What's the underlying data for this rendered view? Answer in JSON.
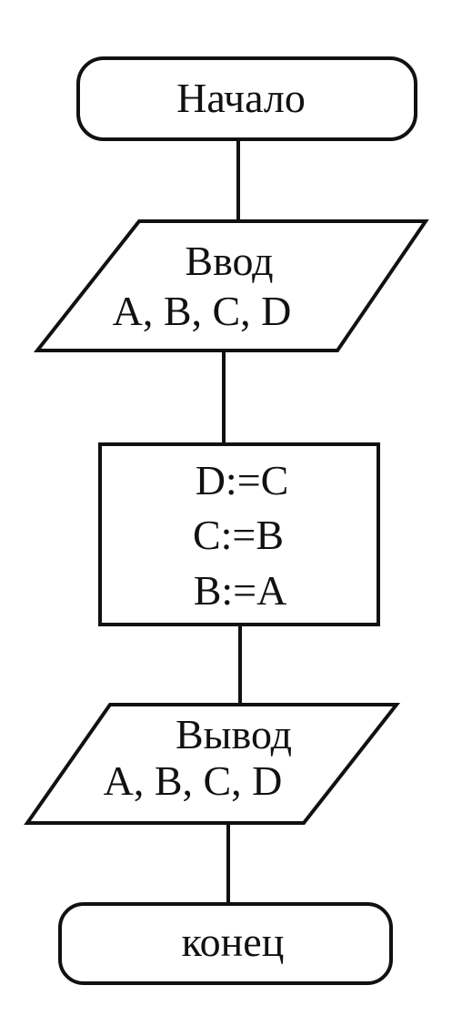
{
  "diagram": {
    "type": "flowchart",
    "start": {
      "label": "Начало"
    },
    "input": {
      "title": "Ввод",
      "vars": "A, B, C, D"
    },
    "process": {
      "lines": [
        "D:=C",
        "C:=B",
        "B:=A"
      ]
    },
    "output": {
      "title": "Вывод",
      "vars": "A, B, C, D"
    },
    "end": {
      "label": "конец"
    }
  }
}
